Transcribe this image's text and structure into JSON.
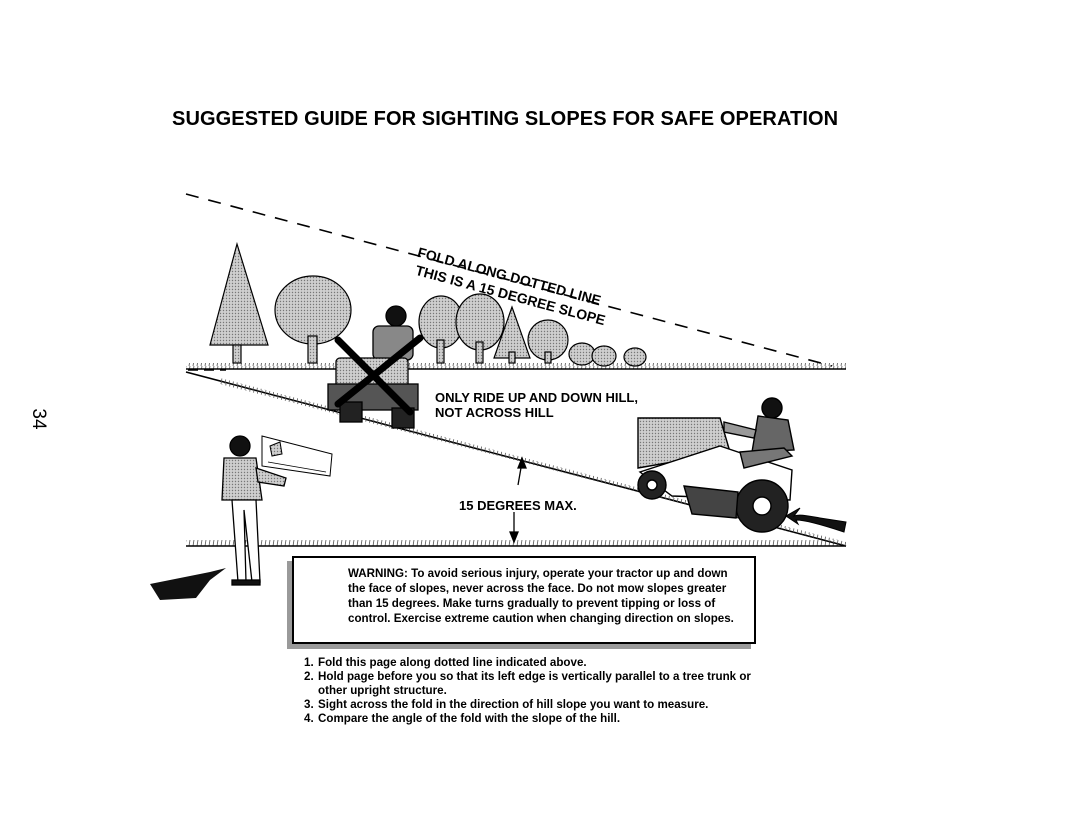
{
  "title": "SUGGESTED GUIDE FOR SIGHTING SLOPES FOR SAFE OPERATION",
  "page_number": "34",
  "fold_line_label": "FOLD ALONG DOTTED LINE",
  "slope_label": "THIS IS A 15 DEGREE SLOPE",
  "direction_note": [
    "ONLY RIDE UP AND DOWN HILL,",
    "NOT ACROSS HILL"
  ],
  "max_label": "15 DEGREES MAX.",
  "warning_text": "WARNING: To avoid serious injury, operate your tractor up and down the face of slopes, never across the face. Do not mow slopes greater than 15 degrees. Make turns gradually to prevent tipping or loss of control. Exercise extreme caution when changing direction on slopes.",
  "steps": [
    {
      "num": "1.",
      "text": "Fold this page along dotted line indicated above."
    },
    {
      "num": "2.",
      "text": "Hold page before you so that its left edge is vertically parallel to a tree trunk or other upright structure."
    },
    {
      "num": "3.",
      "text": "Sight across the fold in the direction of hill slope you want to measure."
    },
    {
      "num": "4.",
      "text": "Compare the angle of the fold with the slope of the hill."
    }
  ],
  "icons": [
    "warning-triangle-icon",
    "prohibited-x-icon",
    "direction-arrow-icon"
  ]
}
